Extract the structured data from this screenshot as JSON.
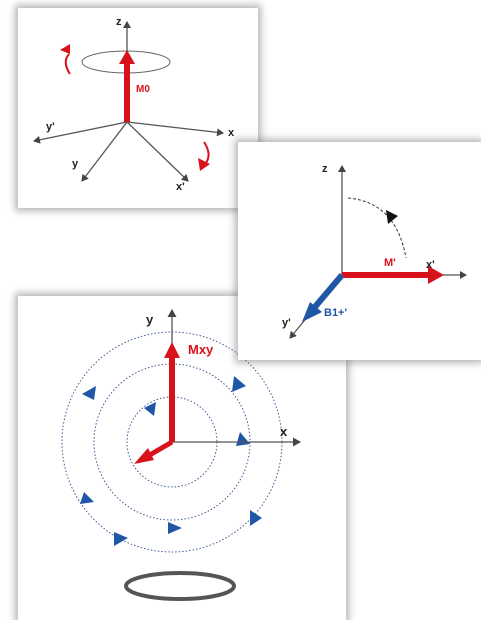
{
  "colors": {
    "axis": "#555555",
    "magnetization": "#d8121a",
    "b1_field": "#1f56a6",
    "orbit_arrow": "#1f56a6",
    "coil": "#555555"
  },
  "panel_a": {
    "axis_z": "z",
    "axis_x": "x",
    "axis_y_prime": "y'",
    "axis_y": "y",
    "axis_x_prime": "x'",
    "vector_label": "M0"
  },
  "panel_b": {
    "axis_z": "z",
    "axis_x_prime": "x'",
    "axis_y_prime": "y'",
    "vector_label": "M'",
    "field_label": "B1+'"
  },
  "panel_c": {
    "axis_y": "y",
    "axis_x": "x",
    "vector_label": "Mxy"
  }
}
